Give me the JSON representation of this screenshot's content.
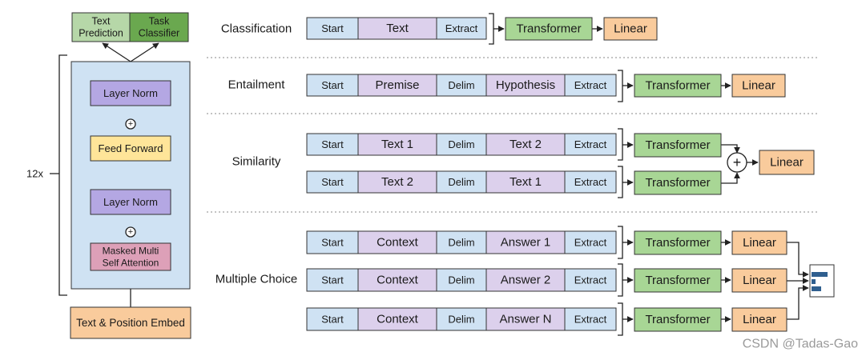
{
  "colors": {
    "start": "#cfe2f3",
    "middle": "#dcd0ec",
    "transformer": "#a8d695",
    "linear": "#f9cb9c",
    "layer_norm": "#b4a7e3",
    "feed_forward": "#ffe599",
    "attention": "#dda0b8",
    "embed": "#f9cb9c",
    "block_bg": "#cfe2f3",
    "text_pred": "#b6d7a8",
    "task_clf": "#6aa84f",
    "bar": "#2f5f8f"
  },
  "architecture": {
    "text_prediction": "Text Prediction",
    "task_classifier": "Task Classifier",
    "layer_norm_top": "Layer Norm",
    "feed_forward": "Feed Forward",
    "layer_norm_bottom": "Layer Norm",
    "masked_attention": "Masked Multi Self Attention",
    "embed": "Text & Position Embed",
    "repeat": "12x",
    "plus": "+"
  },
  "tasks": {
    "classification": {
      "label": "Classification",
      "tokens": [
        "Start",
        "Text",
        "Extract"
      ],
      "transformer": "Transformer",
      "linear": "Linear"
    },
    "entailment": {
      "label": "Entailment",
      "tokens": [
        "Start",
        "Premise",
        "Delim",
        "Hypothesis",
        "Extract"
      ],
      "transformer": "Transformer",
      "linear": "Linear"
    },
    "similarity": {
      "label": "Similarity",
      "rows": [
        {
          "tokens": [
            "Start",
            "Text 1",
            "Delim",
            "Text 2",
            "Extract"
          ],
          "transformer": "Transformer"
        },
        {
          "tokens": [
            "Start",
            "Text 2",
            "Delim",
            "Text 1",
            "Extract"
          ],
          "transformer": "Transformer"
        }
      ],
      "plus": "+",
      "linear": "Linear"
    },
    "multiple_choice": {
      "label": "Multiple Choice",
      "rows": [
        {
          "tokens": [
            "Start",
            "Context",
            "Delim",
            "Answer 1",
            "Extract"
          ],
          "transformer": "Transformer",
          "linear": "Linear"
        },
        {
          "tokens": [
            "Start",
            "Context",
            "Delim",
            "Answer 2",
            "Extract"
          ],
          "transformer": "Transformer",
          "linear": "Linear"
        },
        {
          "tokens": [
            "Start",
            "Context",
            "Delim",
            "Answer N",
            "Extract"
          ],
          "transformer": "Transformer",
          "linear": "Linear"
        }
      ]
    }
  },
  "watermark": "CSDN @Tadas-Gao"
}
